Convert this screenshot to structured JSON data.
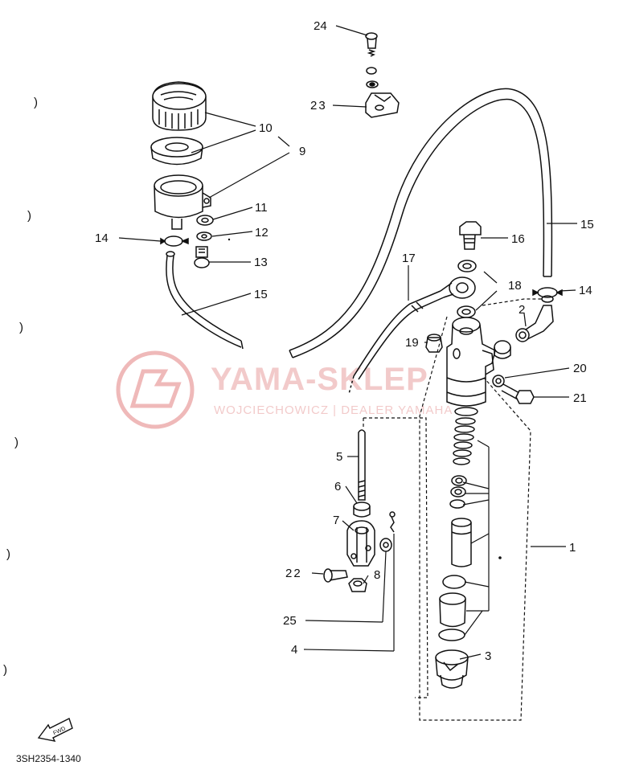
{
  "diagram": {
    "part_code": "3SH2354-1340",
    "front_arrow_label": "FWD",
    "watermark": {
      "title": "YAMA-SKLEP",
      "subtitle": "WOJCIECHOWICZ | DEALER YAMAHA",
      "color": "#e8a0a0"
    },
    "callouts": [
      "24",
      "23",
      "10",
      "9",
      "11",
      "12",
      "13",
      "14",
      "15",
      "15",
      "16",
      "17",
      "18",
      "14",
      "2",
      "19",
      "20",
      "21",
      "5",
      "6",
      "7",
      "1",
      "22",
      "8",
      "25",
      "4",
      "3"
    ]
  }
}
